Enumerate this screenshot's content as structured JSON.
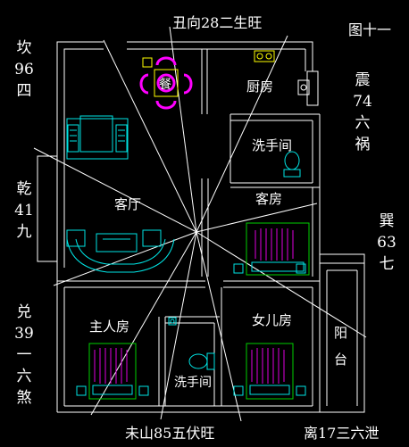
{
  "figure_label": "图十一",
  "top_caption": "丑向28二生旺",
  "bottom_left_caption": "未山85五伏旺",
  "bottom_right_caption": "离17三六泄",
  "directions": {
    "kan": "坎96四",
    "zhen": "震74六祸",
    "qian": "乾41九",
    "xun": "巽63七",
    "dui": "兑39一六煞"
  },
  "rooms": {
    "dining": "餐",
    "kitchen": "厨房",
    "bath_upper": "洗手间",
    "living": "客厅",
    "guest": "客房",
    "master": "主人房",
    "daughter": "女儿房",
    "balcony": "阳台",
    "bath_lower": "洗手间"
  },
  "colors": {
    "wall": "#ffffff",
    "ray": "#ffffff",
    "furniture": "#00e5e5",
    "bed": "#00d000",
    "bed_pattern": "#e000e0",
    "dining_table": "#ff00ff",
    "chair": "#ffff00",
    "stove": "#ffff00"
  }
}
